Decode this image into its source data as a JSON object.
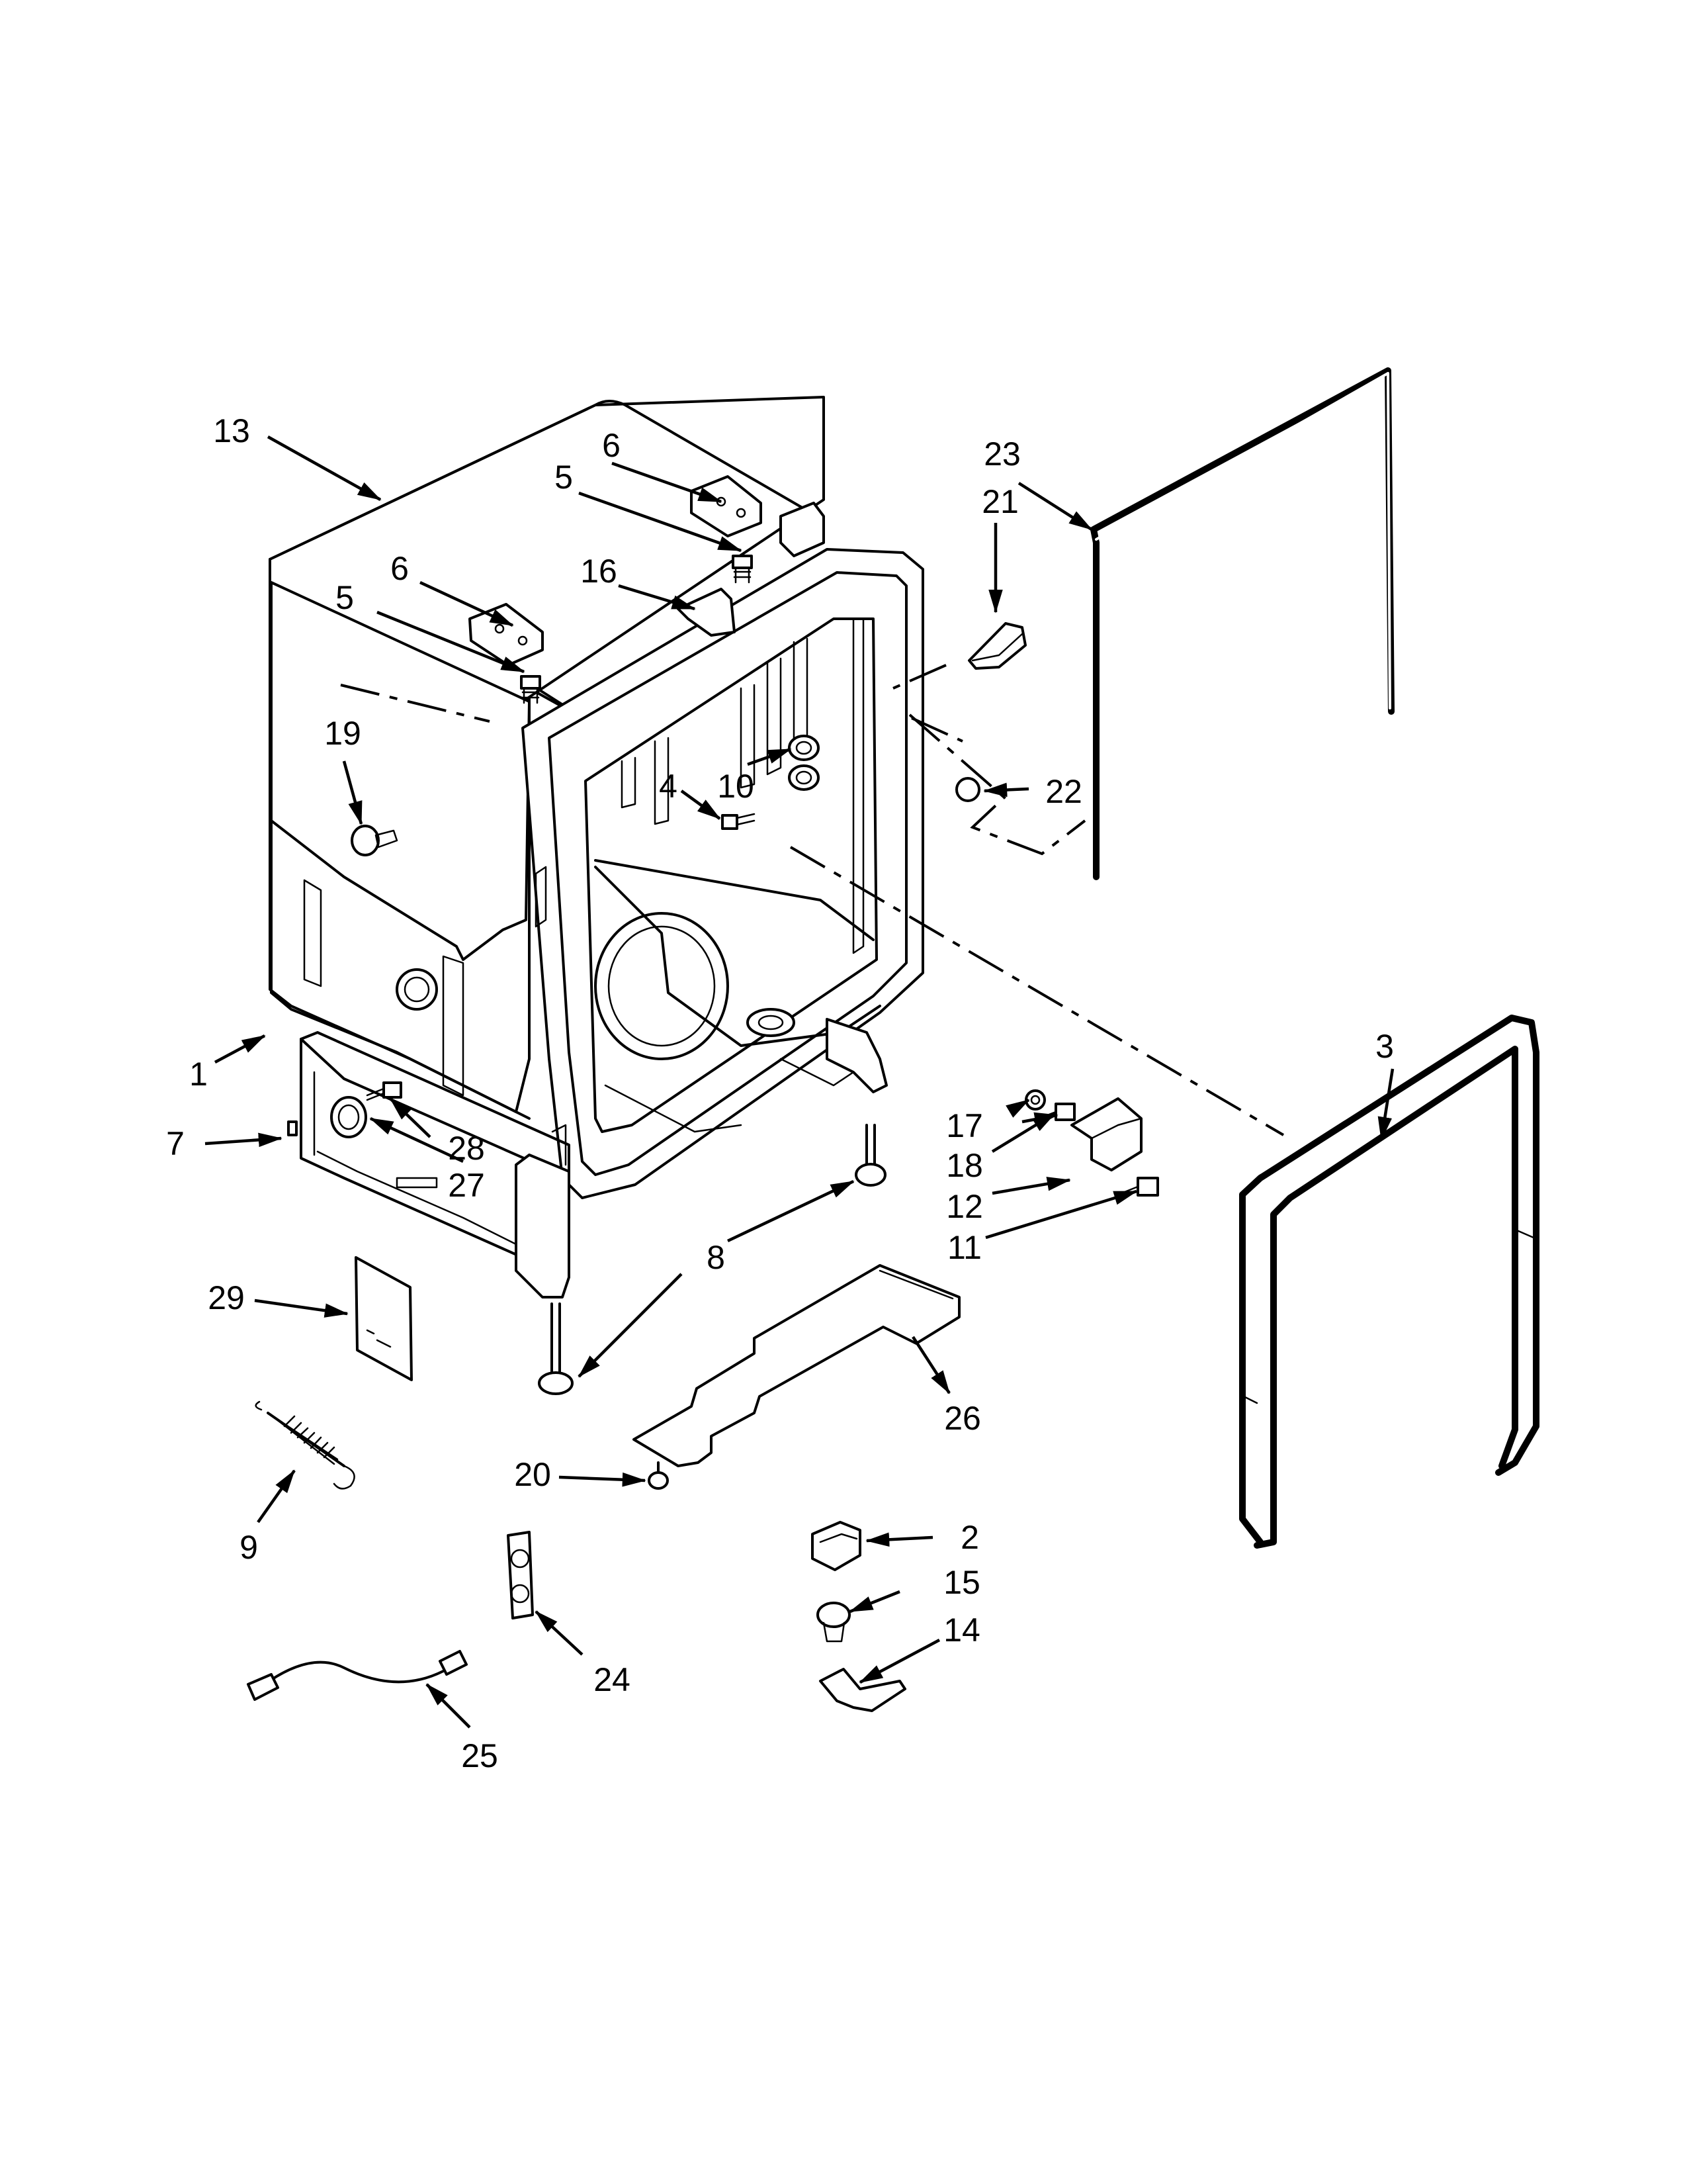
{
  "callouts": [
    {
      "id": "c1",
      "label": "1"
    },
    {
      "id": "c2",
      "label": "2"
    },
    {
      "id": "c3",
      "label": "3"
    },
    {
      "id": "c4",
      "label": "4"
    },
    {
      "id": "c5a",
      "label": "5"
    },
    {
      "id": "c5b",
      "label": "5"
    },
    {
      "id": "c6a",
      "label": "6"
    },
    {
      "id": "c6b",
      "label": "6"
    },
    {
      "id": "c7",
      "label": "7"
    },
    {
      "id": "c8",
      "label": "8"
    },
    {
      "id": "c9",
      "label": "9"
    },
    {
      "id": "c10",
      "label": "10"
    },
    {
      "id": "c11",
      "label": "11"
    },
    {
      "id": "c12",
      "label": "12"
    },
    {
      "id": "c13",
      "label": "13"
    },
    {
      "id": "c14",
      "label": "14"
    },
    {
      "id": "c15",
      "label": "15"
    },
    {
      "id": "c16",
      "label": "16"
    },
    {
      "id": "c17",
      "label": "17"
    },
    {
      "id": "c18",
      "label": "18"
    },
    {
      "id": "c19",
      "label": "19"
    },
    {
      "id": "c20",
      "label": "20"
    },
    {
      "id": "c21",
      "label": "21"
    },
    {
      "id": "c22",
      "label": "22"
    },
    {
      "id": "c23",
      "label": "23"
    },
    {
      "id": "c24",
      "label": "24"
    },
    {
      "id": "c25",
      "label": "25"
    },
    {
      "id": "c26",
      "label": "26"
    },
    {
      "id": "c27",
      "label": "27"
    },
    {
      "id": "c28",
      "label": "28"
    },
    {
      "id": "c29",
      "label": "29"
    }
  ]
}
